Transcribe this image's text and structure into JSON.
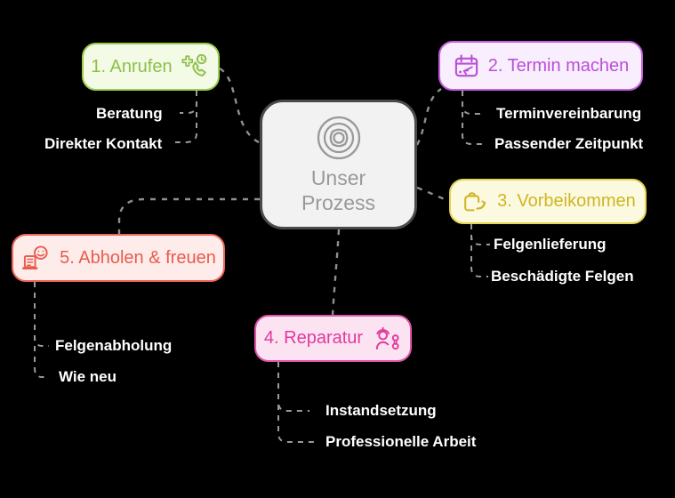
{
  "background": "#000000",
  "connector_color": "#8f8f8f",
  "child_text_color": "#ffffff",
  "center": {
    "line1": "Unser",
    "line2": "Prozess",
    "icon": "wheel-icon",
    "fill": "#f2f2f2",
    "border": "#4a4a4a",
    "text_color": "#999999"
  },
  "branches": [
    {
      "label": "1. Anrufen",
      "icon": "phone-plus-clock-icon",
      "fill": "#f3fae5",
      "border": "#9ccb50",
      "text_color": "#8cc04a",
      "children": [
        "Beratung",
        "Direkter Kontakt"
      ]
    },
    {
      "label": "2. Termin machen",
      "icon": "calendar-arrow-icon",
      "fill": "#f8eefd",
      "border": "#c45fdd",
      "text_color": "#ba4fd8",
      "children": [
        "Terminvereinbarung",
        "Passender Zeitpunkt"
      ]
    },
    {
      "label": "3. Vorbeikommen",
      "icon": "bag-arrow-icon",
      "fill": "#fcf9e1",
      "border": "#e5d54e",
      "text_color": "#cdb622",
      "children": [
        "Felgenlieferung",
        "Beschädigte Felgen"
      ]
    },
    {
      "label": "4. Reparatur",
      "icon": "mechanic-icon",
      "fill": "#fbe3f2",
      "border": "#e054a8",
      "text_color": "#e13a9d",
      "children": [
        "Instandsetzung",
        "Professionelle Arbeit"
      ]
    },
    {
      "label": "5. Abholen & freuen",
      "icon": "receipt-smiley-icon",
      "fill": "#fdecea",
      "border": "#ec6557",
      "text_color": "#e85c4e",
      "children": [
        "Felgenabholung",
        "Wie neu"
      ]
    }
  ]
}
